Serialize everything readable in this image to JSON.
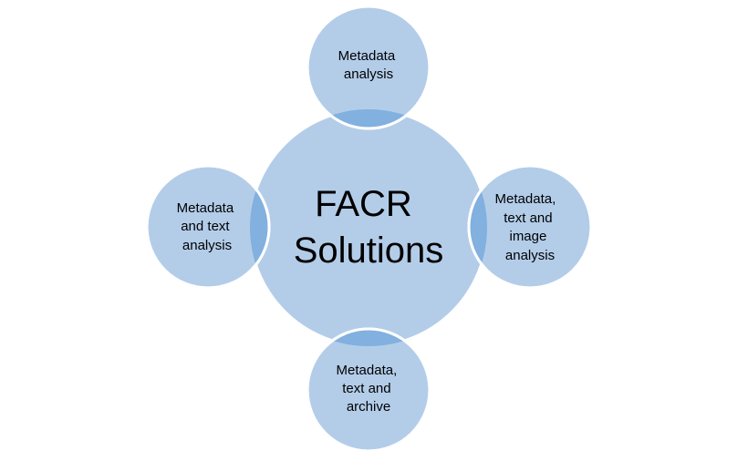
{
  "diagram": {
    "colors": {
      "circle_fill": "#b3cde9",
      "overlap_fill": "#82b0df",
      "stroke": "#ffffff"
    },
    "center": {
      "lines": [
        "FACR",
        "Solutions"
      ]
    },
    "satellites": [
      {
        "id": "top",
        "lines": [
          "Metadata",
          "analysis"
        ]
      },
      {
        "id": "right",
        "lines": [
          "Metadata,",
          "text and",
          "image",
          "analysis"
        ]
      },
      {
        "id": "bottom",
        "lines": [
          "Metadata,",
          "text and",
          "archive"
        ]
      },
      {
        "id": "left",
        "lines": [
          "Metadata",
          "and text",
          "analysis"
        ]
      }
    ]
  }
}
